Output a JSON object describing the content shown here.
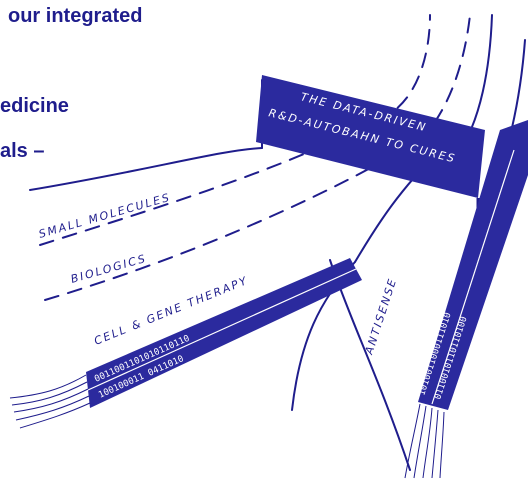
{
  "intro_text": {
    "line1": "our integrated",
    "line2": "edicine",
    "line3": "als –"
  },
  "banner": {
    "line1": "THE DATA-DRIVEN",
    "line2": "R&D-AUTOBAHN TO CURES"
  },
  "lanes": [
    {
      "label": "SMALL MOLECULES"
    },
    {
      "label": "BIOLOGICS"
    },
    {
      "label": "CELL & GENE THERAPY"
    },
    {
      "label": "ANTISENSE"
    }
  ],
  "binary_strips": {
    "left_top": "0011001101010110110",
    "left_bottom": "100100011 0411010",
    "right_left": "1010011000111010",
    "right_right": "0110010110110100"
  },
  "colors": {
    "ink": "#1f1d8c",
    "strip_fill": "#2b2a9e",
    "background": "#ffffff"
  }
}
